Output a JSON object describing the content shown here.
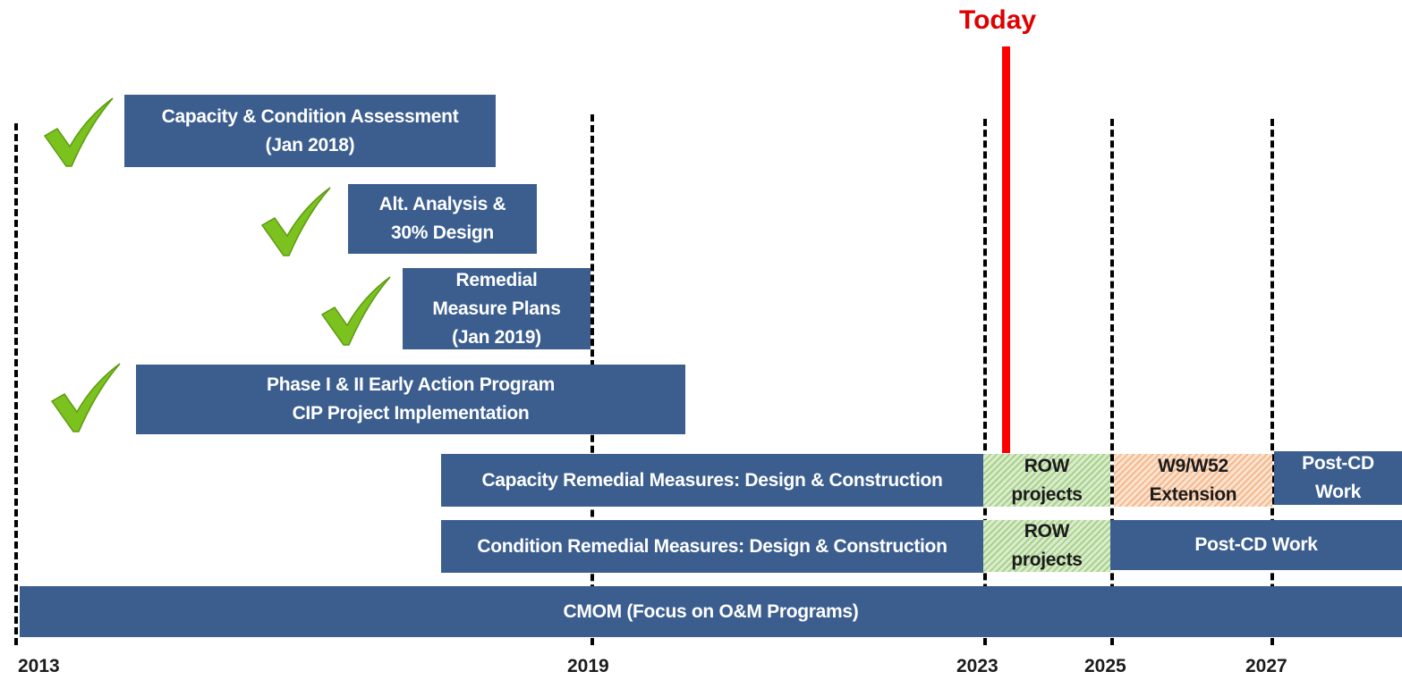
{
  "today_label": "Today",
  "years": [
    "2013",
    "2019",
    "2023",
    "2025",
    "2027"
  ],
  "bars": {
    "capacity_condition_assessment": "Capacity & Condition  Assessment\n(Jan 2018)",
    "alt_analysis": "Alt. Analysis &\n30% Design",
    "remedial_measure_plans": "Remedial\nMeasure Plans\n(Jan 2019)",
    "early_action": "Phase I & II Early Action Program\nCIP Project Implementation",
    "capacity_remedial": "Capacity Remedial Measures: Design & Construction",
    "capacity_row": "ROW\nprojects",
    "capacity_w9": "W9/W52\nExtension",
    "capacity_postcd": "Post-CD\nWork",
    "condition_remedial": "Condition Remedial Measures: Design & Construction",
    "condition_row": "ROW\nprojects",
    "condition_postcd": "Post-CD Work",
    "cmom": "CMOM (Focus on O&M Programs)"
  },
  "colors": {
    "bar": "#3b5e8f",
    "today": "#ff0000",
    "row_hatch": "#a9d18e",
    "extension_hatch": "#f5b98d",
    "check": "#7cc21e"
  },
  "icons": [
    "checkmark-icon"
  ]
}
